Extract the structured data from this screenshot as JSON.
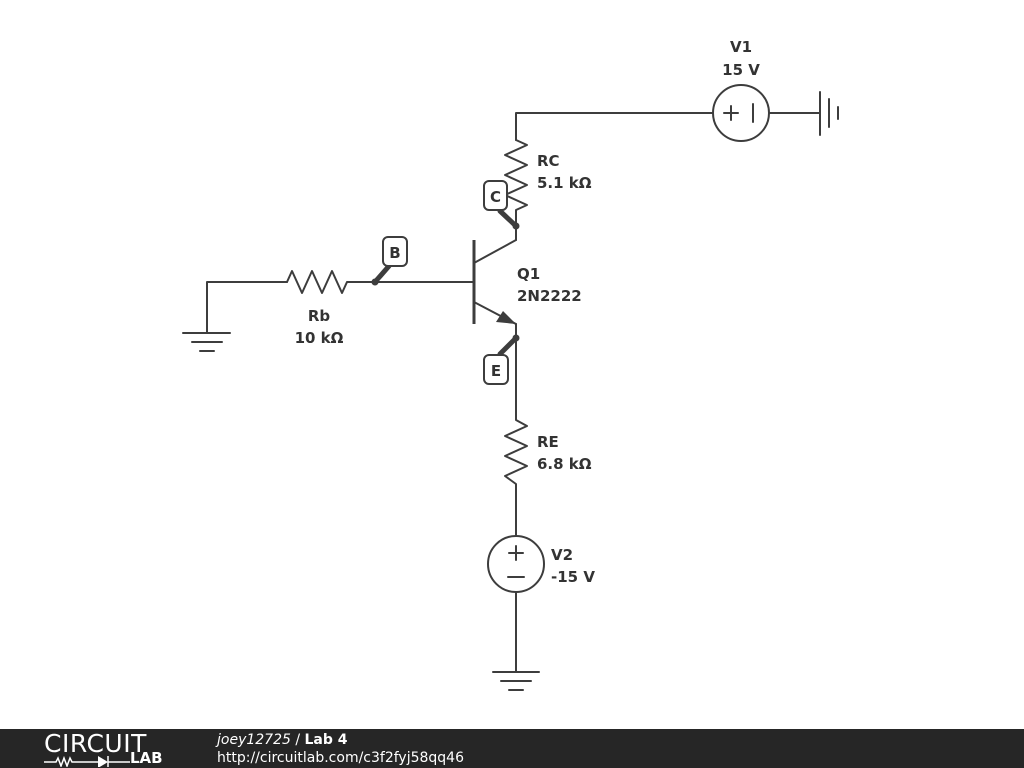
{
  "components": {
    "v1": {
      "name": "V1",
      "value": "15 V"
    },
    "v2": {
      "name": "V2",
      "value": "-15 V"
    },
    "rc": {
      "name": "RC",
      "value": "5.1 kΩ"
    },
    "rb": {
      "name": "Rb",
      "value": "10 kΩ"
    },
    "re": {
      "name": "RE",
      "value": "6.8 kΩ"
    },
    "q1": {
      "name": "Q1",
      "value": "2N2222"
    }
  },
  "probes": {
    "b": "B",
    "c": "C",
    "e": "E"
  },
  "footer": {
    "logo_top": "CIRCUIT",
    "logo_bottom": "LAB",
    "user": "joey12725",
    "separator": " / ",
    "title": "Lab 4",
    "url": "http://circuitlab.com/c3f2fyj58qq46"
  }
}
